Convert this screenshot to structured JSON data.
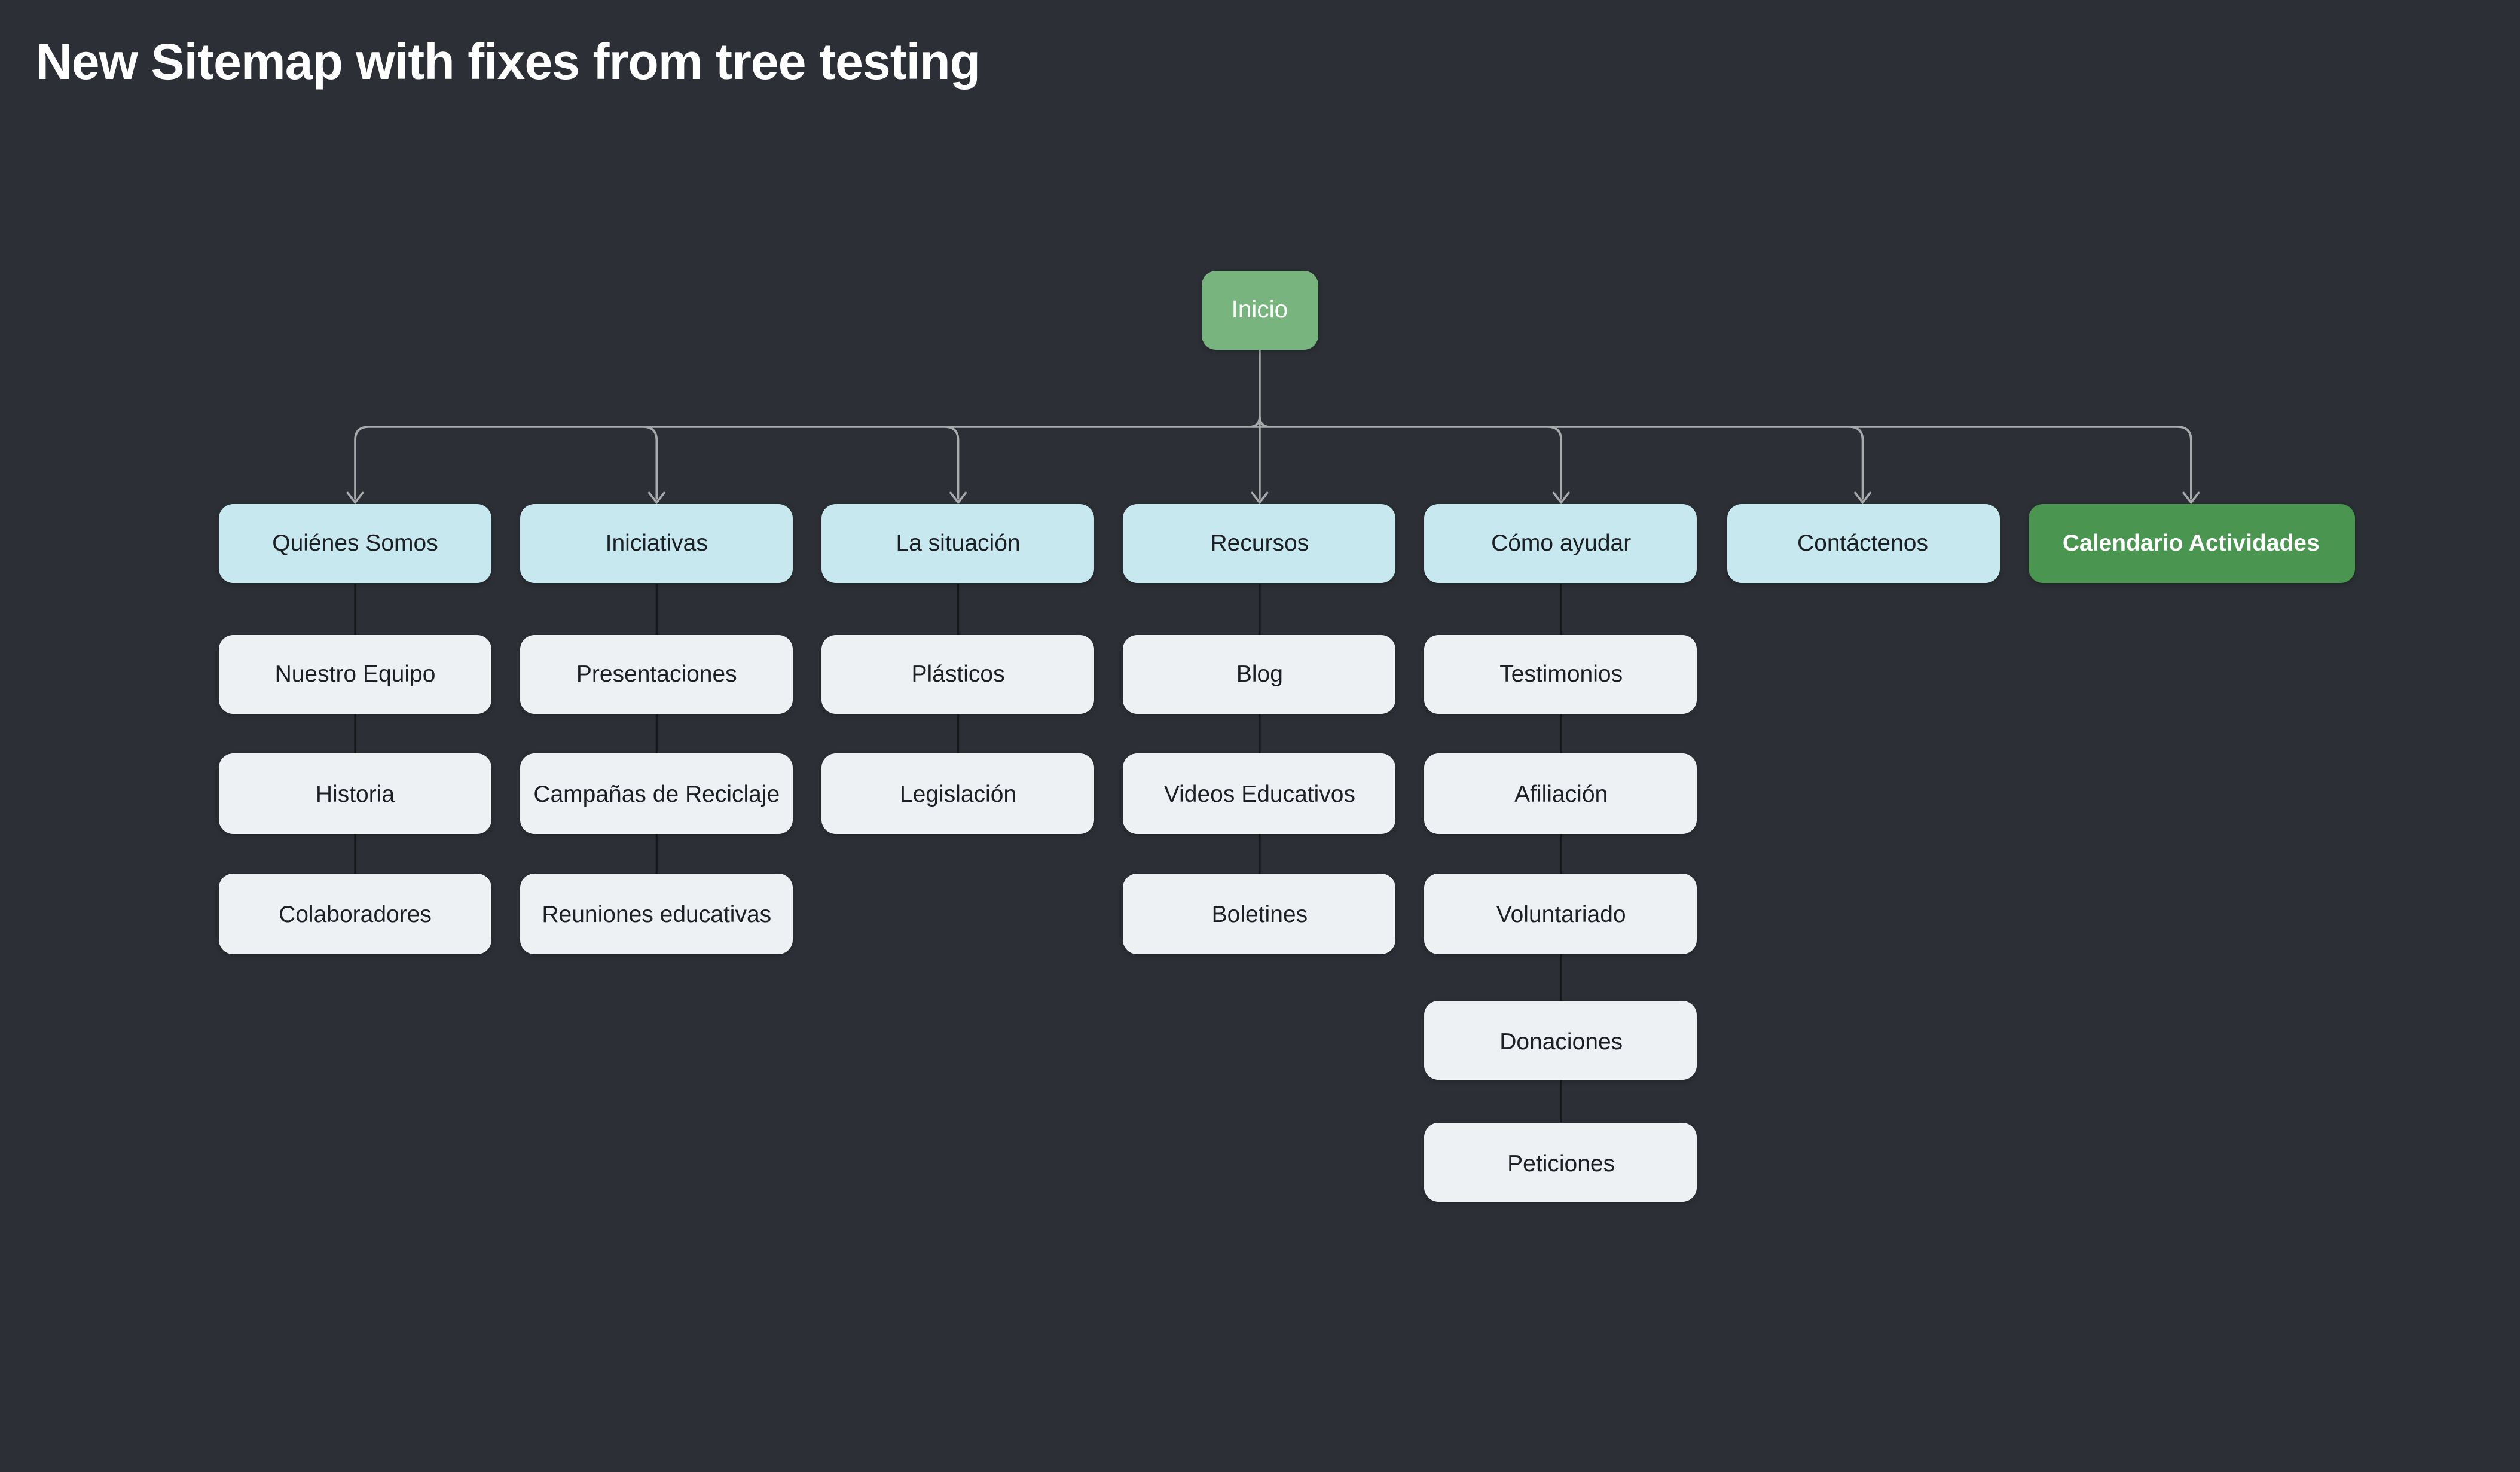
{
  "title": "New Sitemap with fixes from tree testing",
  "colors": {
    "background": "#2c3036",
    "title_text": "#ffffff",
    "section_fill": "#c6e8ee",
    "page_fill": "#edf1f4",
    "root_fill": "#78b47d",
    "highlight_fill": "#4a9550",
    "node_text": "#1c1f23",
    "tree_line": "#a8aaac",
    "child_line": "#17181b"
  },
  "root": {
    "label": "Inicio"
  },
  "columns": [
    {
      "label": "Quiénes Somos",
      "style": "section",
      "children": [
        "Nuestro Equipo",
        "Historia",
        "Colaboradores"
      ]
    },
    {
      "label": "Iniciativas",
      "style": "section",
      "children": [
        "Presentaciones",
        "Campañas de Reciclaje",
        "Reuniones educativas"
      ]
    },
    {
      "label": "La situación",
      "style": "section",
      "children": [
        "Plásticos",
        "Legislación"
      ]
    },
    {
      "label": "Recursos",
      "style": "section",
      "children": [
        "Blog",
        "Videos Educativos",
        "Boletines"
      ]
    },
    {
      "label": "Cómo ayudar",
      "style": "section",
      "children": [
        "Testimonios",
        "Afiliación",
        "Voluntariado",
        "Donaciones",
        "Peticiones"
      ]
    },
    {
      "label": "Contáctenos",
      "style": "section",
      "children": []
    },
    {
      "label": "Calendario Actividades",
      "style": "highlight",
      "children": []
    }
  ]
}
